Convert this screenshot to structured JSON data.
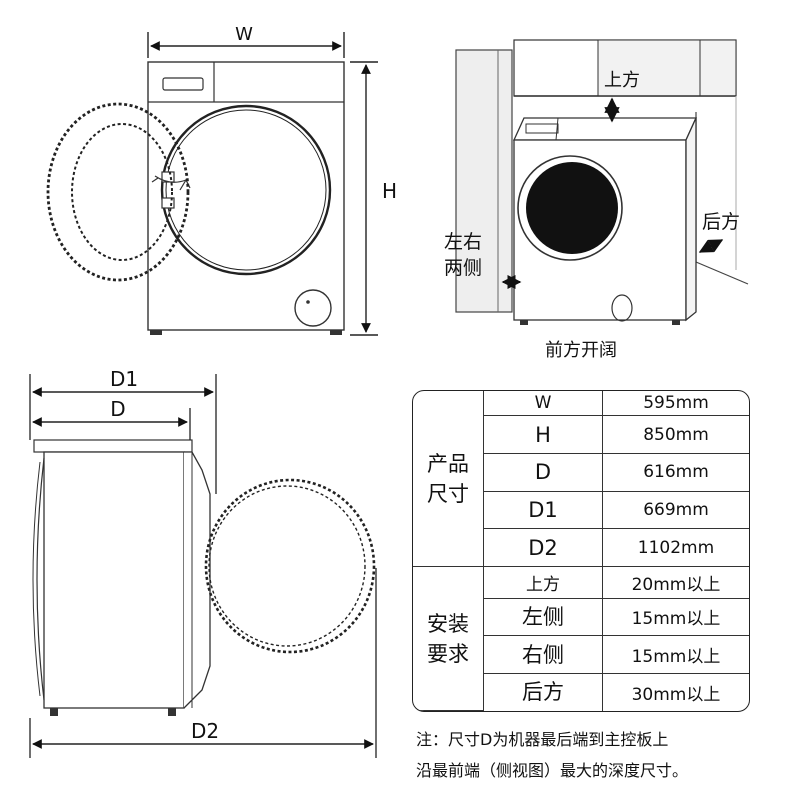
{
  "front_view": {
    "width_label": "W",
    "height_label": "H"
  },
  "install_view": {
    "top_label": "上方",
    "back_label": "后方",
    "sides_label_line1": "左右",
    "sides_label_line2": "两侧",
    "front_label": "前方开阔"
  },
  "side_view": {
    "d1_label": "D1",
    "d_label": "D",
    "d2_label": "D2"
  },
  "spec_table": {
    "product_group_line1": "产品",
    "product_group_line2": "尺寸",
    "install_group_line1": "安装",
    "install_group_line2": "要求",
    "product_rows": [
      {
        "key": "W",
        "value": "595mm"
      },
      {
        "key": "H",
        "value": "850mm"
      },
      {
        "key": "D",
        "value": "616mm"
      },
      {
        "key": "D1",
        "value": "669mm"
      },
      {
        "key": "D2",
        "value": "1102mm"
      }
    ],
    "install_rows": [
      {
        "key": "上方",
        "value": "20mm以上"
      },
      {
        "key": "左侧",
        "value": "15mm以上"
      },
      {
        "key": "右侧",
        "value": "15mm以上"
      },
      {
        "key": "后方",
        "value": "30mm以上"
      }
    ]
  },
  "note": {
    "line1": "注：尺寸D为机器最后端到主控板上",
    "line2": "沿最前端（侧视图）最大的深度尺寸。"
  }
}
